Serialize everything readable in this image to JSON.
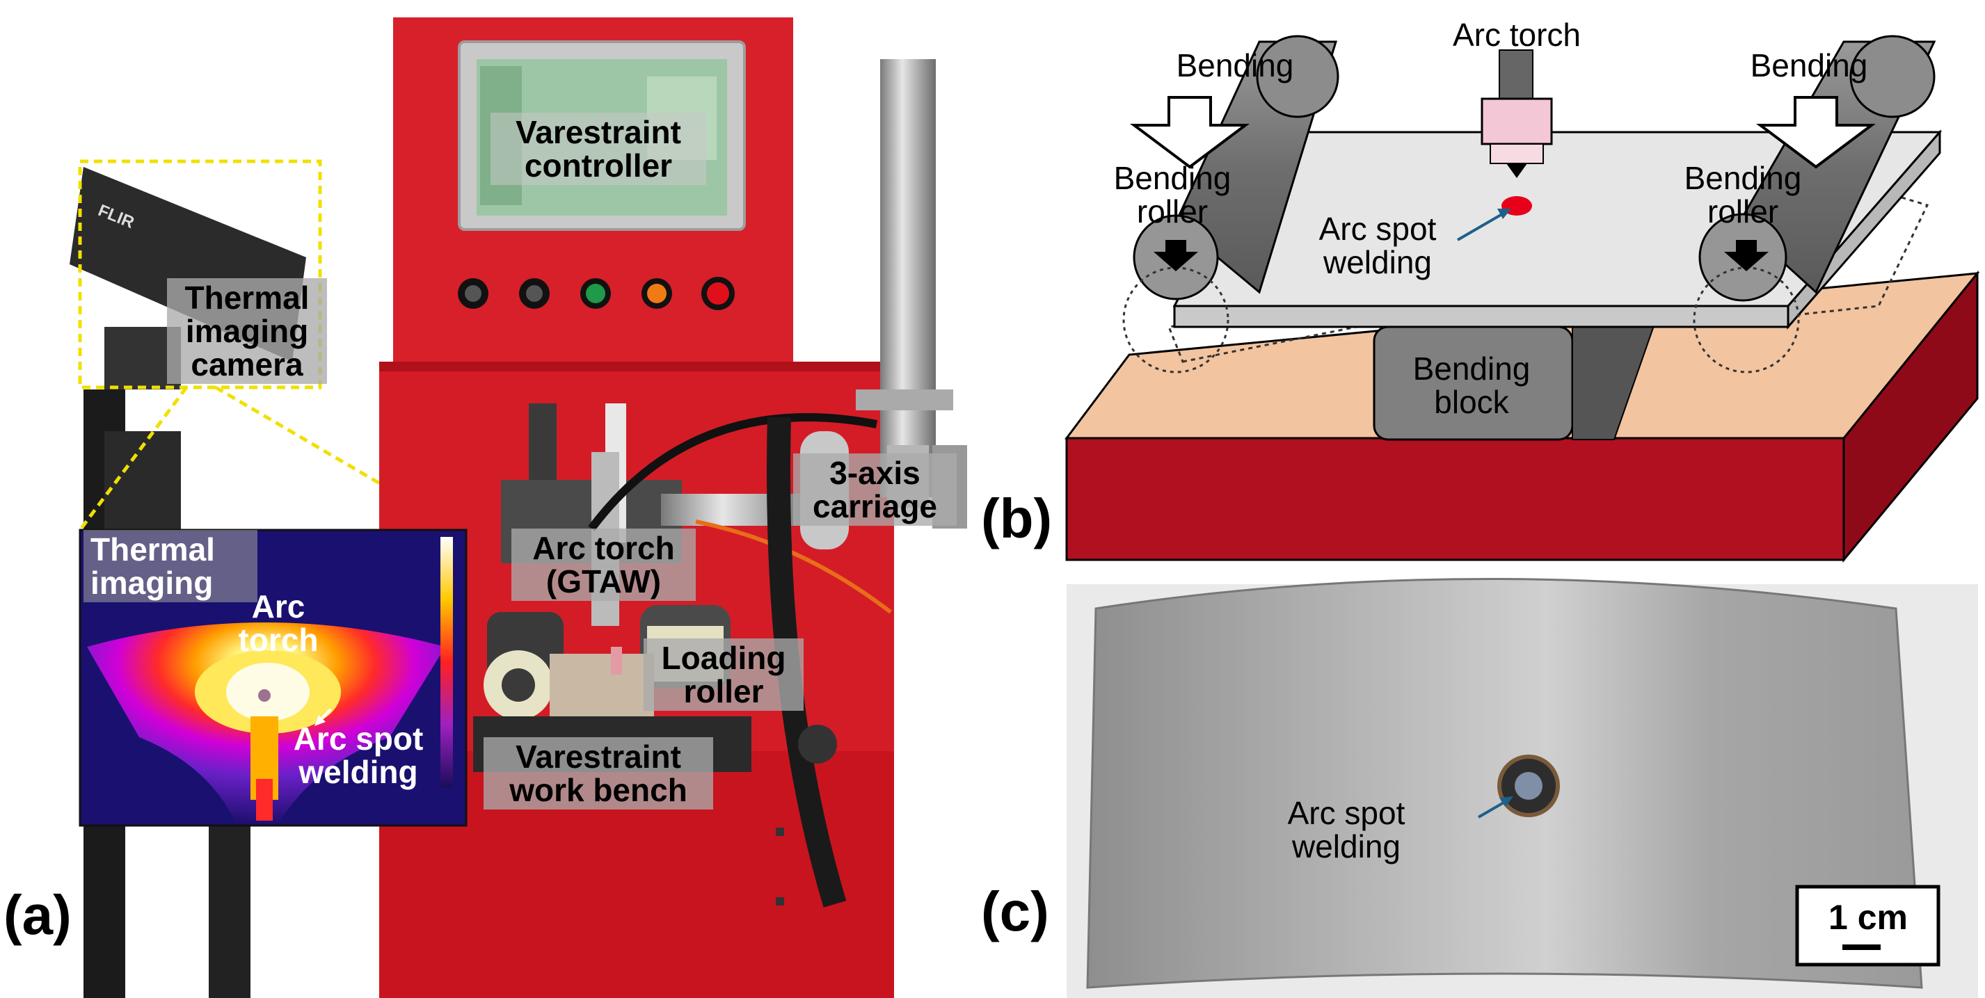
{
  "panels": {
    "a": {
      "letter": "(a)",
      "labels": {
        "camera": [
          "Thermal",
          "imaging",
          "camera"
        ],
        "controller": [
          "Varestraint",
          "controller"
        ],
        "carriage": [
          "3-axis",
          "carriage"
        ],
        "torch": [
          "Arc torch",
          "(GTAW)"
        ],
        "loading_roller": [
          "Loading",
          "roller"
        ],
        "bench": [
          "Varestraint",
          "work bench"
        ],
        "camera_brand": "FLIR"
      },
      "thermal_inset": {
        "title": [
          "Thermal",
          "imaging"
        ],
        "torch": [
          "Arc",
          "torch"
        ],
        "spot": [
          "Arc spot",
          "welding"
        ]
      }
    },
    "b": {
      "letter": "(b)",
      "labels": {
        "arc_torch": "Arc torch",
        "bending_left": "Bending",
        "bending_right": "Bending",
        "roller_left": [
          "Bending",
          "roller"
        ],
        "roller_right": [
          "Bending",
          "roller"
        ],
        "spot": [
          "Arc spot",
          "welding"
        ],
        "block": [
          "Bending",
          "block"
        ]
      },
      "colors": {
        "base": "#b0101f",
        "bed": "#f2c4a0",
        "plate": "#e6e6e6",
        "roller": "#808080",
        "spot": "#e8001a"
      }
    },
    "c": {
      "letter": "(c)",
      "labels": {
        "spot": [
          "Arc spot",
          "welding"
        ],
        "scale": "1 cm"
      }
    }
  }
}
